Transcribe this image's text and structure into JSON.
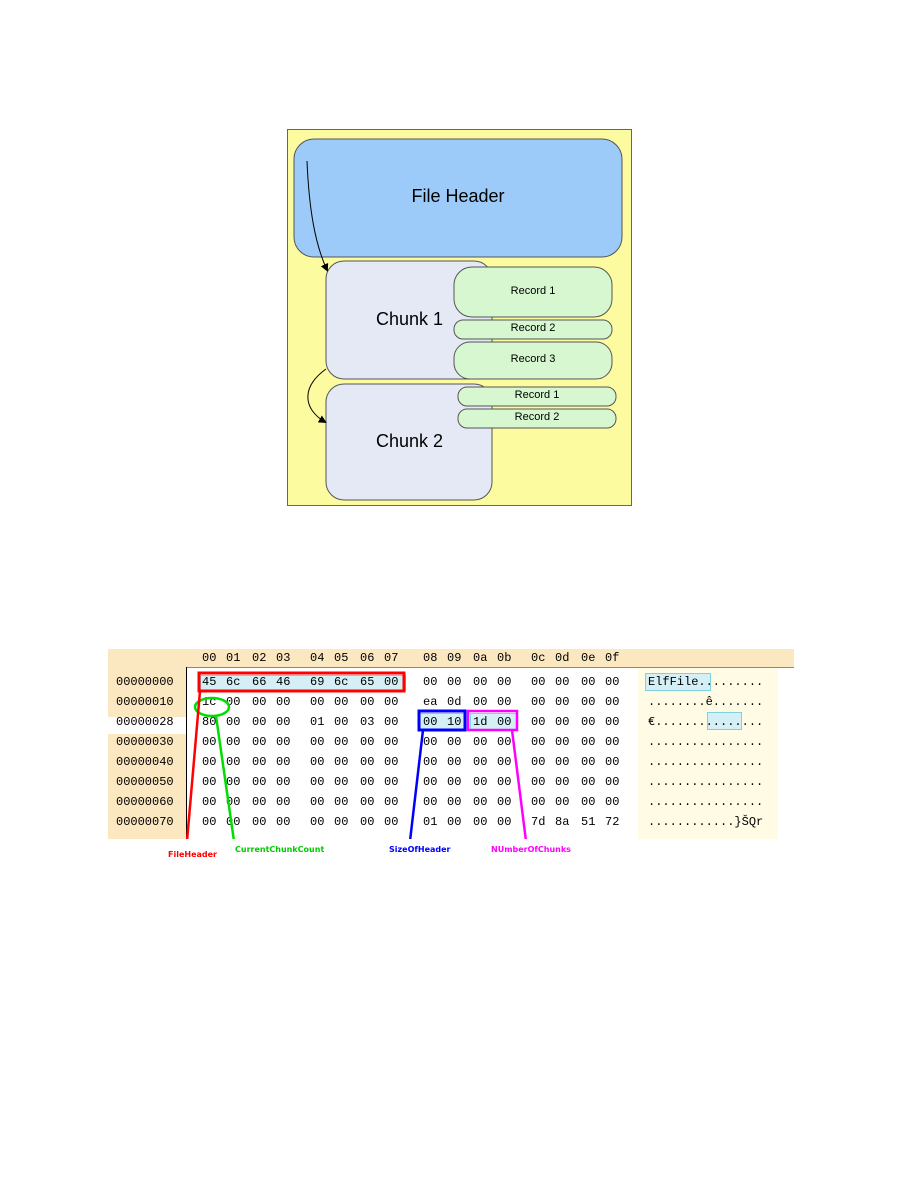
{
  "diagram": {
    "file_header_label": "File Header",
    "chunk1_label": "Chunk 1",
    "chunk2_label": "Chunk 2",
    "chunk1_records": [
      "Record 1",
      "Record 2",
      "Record 3"
    ],
    "chunk2_records": [
      "Record 1",
      "Record 2"
    ],
    "colors": {
      "background": "#fdfba0",
      "header": "#9ccbf9",
      "chunk": "#e4e9f5",
      "record": "#d6f7d0"
    }
  },
  "hexview": {
    "columns": [
      "00",
      "01",
      "02",
      "03",
      "04",
      "05",
      "06",
      "07",
      "08",
      "09",
      "0a",
      "0b",
      "0c",
      "0d",
      "0e",
      "0f"
    ],
    "rows": [
      {
        "offset": "00000000",
        "bytes": [
          "45",
          "6c",
          "66",
          "46",
          "69",
          "6c",
          "65",
          "00",
          "00",
          "00",
          "00",
          "00",
          "00",
          "00",
          "00",
          "00"
        ],
        "ascii": "ElfFile........."
      },
      {
        "offset": "00000010",
        "bytes": [
          "1c",
          "00",
          "00",
          "00",
          "00",
          "00",
          "00",
          "00",
          "ea",
          "0d",
          "00",
          "00",
          "00",
          "00",
          "00",
          "00"
        ],
        "ascii": "........ê......."
      },
      {
        "offset": "00000028",
        "bytes": [
          "80",
          "00",
          "00",
          "00",
          "01",
          "00",
          "03",
          "00",
          "00",
          "10",
          "1d",
          "00",
          "00",
          "00",
          "00",
          "00"
        ],
        "ascii": "€..............."
      },
      {
        "offset": "00000030",
        "bytes": [
          "00",
          "00",
          "00",
          "00",
          "00",
          "00",
          "00",
          "00",
          "00",
          "00",
          "00",
          "00",
          "00",
          "00",
          "00",
          "00"
        ],
        "ascii": "................"
      },
      {
        "offset": "00000040",
        "bytes": [
          "00",
          "00",
          "00",
          "00",
          "00",
          "00",
          "00",
          "00",
          "00",
          "00",
          "00",
          "00",
          "00",
          "00",
          "00",
          "00"
        ],
        "ascii": "................"
      },
      {
        "offset": "00000050",
        "bytes": [
          "00",
          "00",
          "00",
          "00",
          "00",
          "00",
          "00",
          "00",
          "00",
          "00",
          "00",
          "00",
          "00",
          "00",
          "00",
          "00"
        ],
        "ascii": "................"
      },
      {
        "offset": "00000060",
        "bytes": [
          "00",
          "00",
          "00",
          "00",
          "00",
          "00",
          "00",
          "00",
          "00",
          "00",
          "00",
          "00",
          "00",
          "00",
          "00",
          "00"
        ],
        "ascii": "................"
      },
      {
        "offset": "00000070",
        "bytes": [
          "00",
          "00",
          "00",
          "00",
          "00",
          "00",
          "00",
          "00",
          "01",
          "00",
          "00",
          "00",
          "7d",
          "8a",
          "51",
          "72"
        ],
        "ascii": "............}ŠQr"
      }
    ],
    "annotations": [
      {
        "label": "FileHeader",
        "color": "#ff0000"
      },
      {
        "label": "CurrentChunkCount",
        "color": "#00cc00"
      },
      {
        "label": "SizeOfHeader",
        "color": "#0000ff"
      },
      {
        "label": "NUmberOfChunks",
        "color": "#ff00ff"
      }
    ]
  }
}
